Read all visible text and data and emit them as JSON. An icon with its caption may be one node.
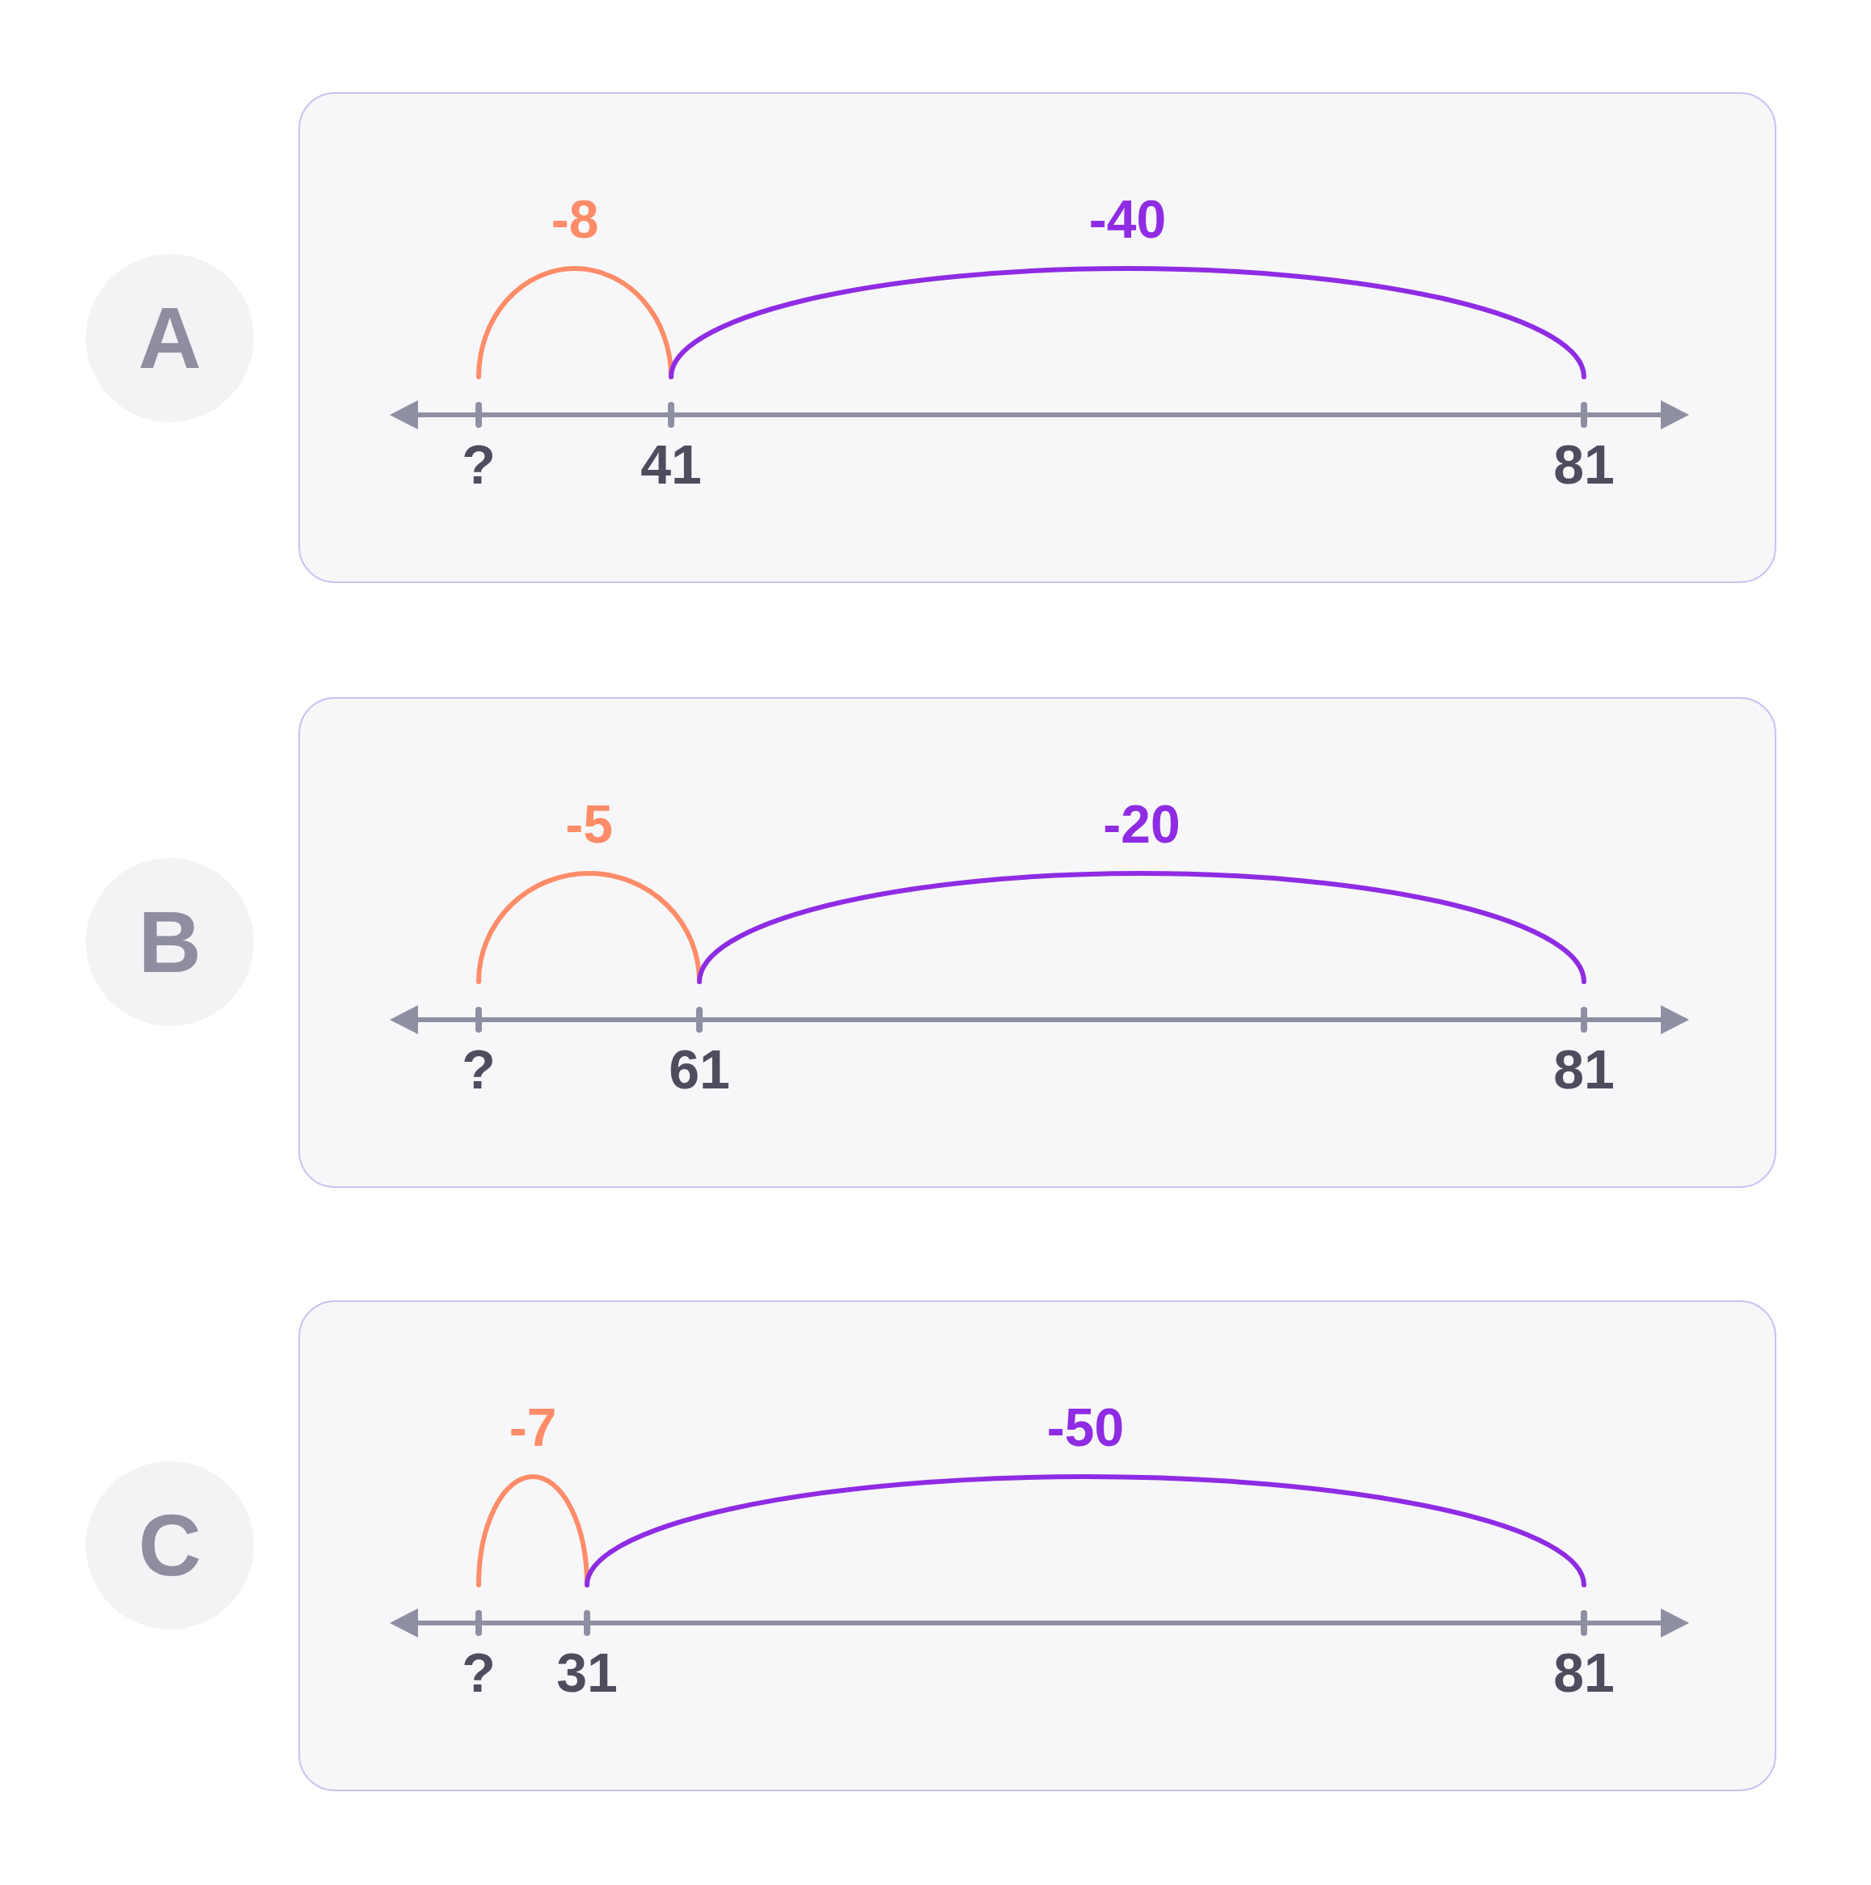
{
  "diagram": {
    "nodes": [
      {
        "text": [
          "A"
        ]
      },
      {
        "text": [],
        "shape": "box"
      },
      {
        "text": [
          "?"
        ],
        "in": 1
      },
      {
        "text": [
          "41"
        ],
        "in": 1
      },
      {
        "text": [
          "81"
        ],
        "in": 1
      },
      {
        "text": [
          "B"
        ]
      },
      {
        "text": [],
        "shape": "box"
      },
      {
        "text": [
          "?"
        ],
        "in": 6
      },
      {
        "text": [
          "61"
        ],
        "in": 6
      },
      {
        "text": [
          "81"
        ],
        "in": 6
      },
      {
        "text": [
          "C"
        ]
      },
      {
        "text": [],
        "shape": "box"
      },
      {
        "text": [
          "?"
        ],
        "in": 11
      },
      {
        "text": [
          "31"
        ],
        "in": 11
      },
      {
        "text": [
          "81"
        ],
        "in": 11
      }
    ],
    "edges": [
      {
        "from": 3,
        "to": 2,
        "arrow": "none",
        "label": "-8",
        "color": "#ff8c69"
      },
      {
        "from": 4,
        "to": 3,
        "arrow": "none",
        "label": "-40",
        "color": "#8f2ce3"
      },
      {
        "from": 8,
        "to": 7,
        "arrow": "none",
        "label": "-5",
        "color": "#ff8c69"
      },
      {
        "from": 9,
        "to": 8,
        "arrow": "none",
        "label": "-20",
        "color": "#8f2ce3"
      },
      {
        "from": 13,
        "to": 12,
        "arrow": "none",
        "label": "-7",
        "color": "#ff8c69"
      },
      {
        "from": 14,
        "to": 13,
        "arrow": "none",
        "label": "-50",
        "color": "#8f2ce3"
      }
    ]
  }
}
